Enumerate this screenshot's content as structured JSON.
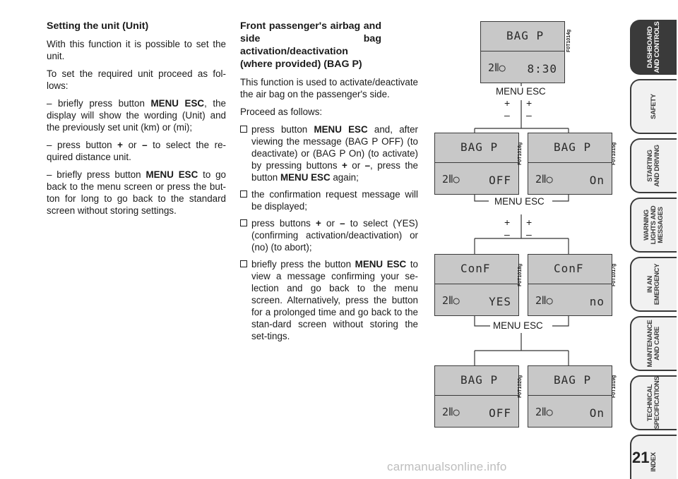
{
  "unit_section": {
    "heading": "Setting the unit (Unit)",
    "para1": "With this function it is possible to set the unit.",
    "para2": "To set the required unit proceed as fol-lows:",
    "step1_pre": "– briefly press button ",
    "step1_bold": "MENU ESC",
    "step1_post": ", the display will show the wording (Unit) and the previously set unit (km) or (mi);",
    "step2_pre": "– press button ",
    "step2_plus": "+",
    "step2_mid": " or ",
    "step2_minus": "–",
    "step2_post": " to select the re-quired distance unit.",
    "step3_pre": "– briefly press button ",
    "step3_bold": "MENU ESC",
    "step3_post": " to go back to the menu screen or press the but-ton for long to go back to the standard screen without storing settings."
  },
  "bag_section": {
    "heading": "Front passenger's airbag and side bag activation/deactivation (where provided) (BAG P)",
    "intro": "This function is used to activate/deactivate the air bag on the passenger's side.",
    "proceed": "Proceed as follows:",
    "b1_a": "press button ",
    "b1_b": "MENU ESC",
    "b1_c": " and, after viewing the message (BAG P OFF) (to deactivate) or (BAG P On) (to activate) by pressing buttons ",
    "b1_d": "+",
    "b1_e": " or ",
    "b1_f": "–",
    "b1_g": ", press the button ",
    "b1_h": "MENU ESC",
    "b1_i": " again;",
    "b2": "the confirmation request message will be displayed;",
    "b3_a": "press buttons ",
    "b3_b": "+",
    "b3_c": " or ",
    "b3_d": "–",
    "b3_e": " to select (YES) (confirming activation/deactivation) or (no) (to abort);",
    "b4_a": "briefly press the button ",
    "b4_b": "MENU ESC",
    "b4_c": " to view a message confirming your se-lection and go back to the menu screen. Alternatively, press the button for a prolonged time and go back to the stan-dard screen without storing the set-tings."
  },
  "diagram": {
    "menu_esc_1": "MENU ESC",
    "menu_esc_2": "MENU ESC",
    "menu_esc_3": "MENU ESC",
    "plus": "+",
    "minus": "–",
    "airbag_icon": "2⦀○",
    "screens": {
      "s1": {
        "top": "BAG P",
        "bottom": "8:30",
        "fig": "F0T1014g"
      },
      "s2": {
        "top": "BAG P",
        "bottom": "OFF",
        "fig": "F0T1016g"
      },
      "s3": {
        "top": "BAG P",
        "bottom": "On",
        "fig": "F0T1015g"
      },
      "s4": {
        "top": "ConF",
        "bottom": "YES",
        "fig": "F0T1018g"
      },
      "s5": {
        "top": "ConF",
        "bottom": "no",
        "fig": "F0T1017g"
      },
      "s6": {
        "top": "BAG P",
        "bottom": "OFF",
        "fig": "F0T1020g"
      },
      "s7": {
        "top": "BAG P",
        "bottom": "On",
        "fig": "F0T1019g"
      }
    }
  },
  "sidebar": {
    "tabs": [
      {
        "label": "DASHBOARD\nAND CONTROLS",
        "active": true
      },
      {
        "label": "SAFETY",
        "active": false
      },
      {
        "label": "STARTING\nAND DRIVING",
        "active": false
      },
      {
        "label": "WARNING\nLIGHTS AND\nMESSAGES",
        "active": false
      },
      {
        "label": "IN AN\nEMERGENCY",
        "active": false
      },
      {
        "label": "MAINTENANCE\nAND CARE",
        "active": false
      },
      {
        "label": "TECHNICAL\nSPECIFICATIONS",
        "active": false
      },
      {
        "label": "INDEX",
        "active": false
      }
    ]
  },
  "page_number": "21",
  "watermark": "carmanualsonline.info"
}
